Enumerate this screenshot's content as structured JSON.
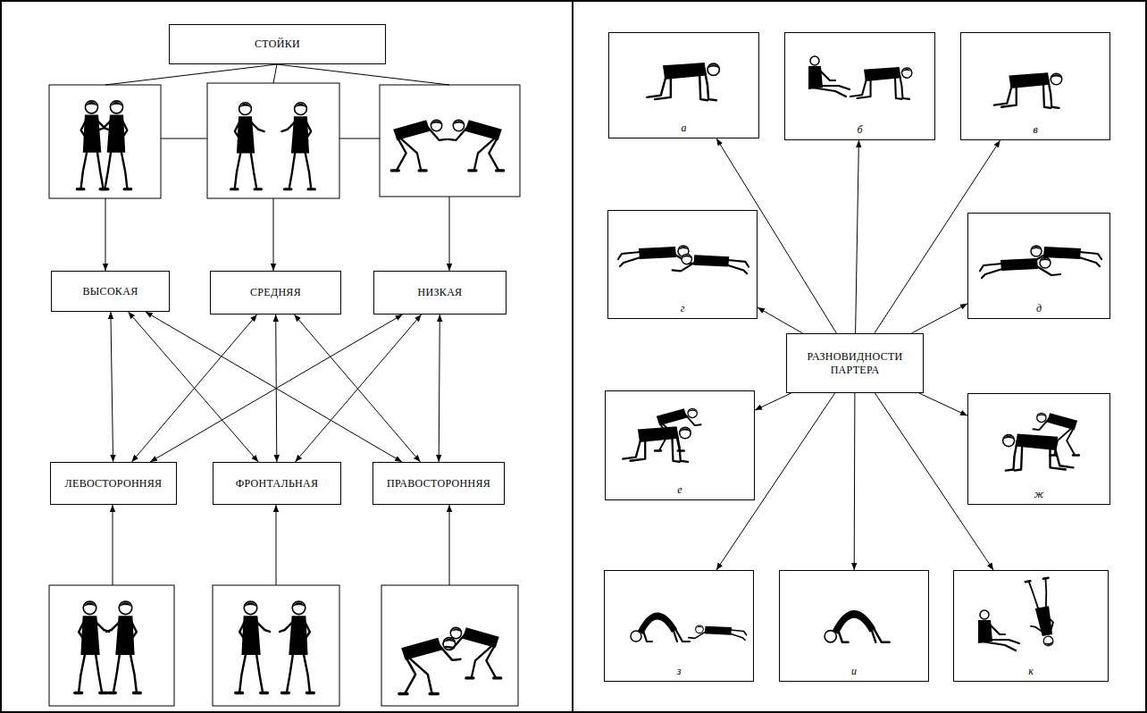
{
  "diagram": {
    "nodes": [
      {
        "text": [
          "СТОЙКИ"
        ]
      },
      {
        "text": [
          "ВЫСОКАЯ"
        ]
      },
      {
        "text": [
          "СРЕДНЯЯ"
        ]
      },
      {
        "text": [
          "НИЗКАЯ"
        ]
      },
      {
        "text": [
          "ЛЕВОСТОРОННЯЯ"
        ]
      },
      {
        "text": [
          "ФРОНТАЛЬНАЯ"
        ]
      },
      {
        "text": [
          "ПРАВОСТОРОННЯЯ"
        ]
      },
      {
        "text": [
          "а"
        ]
      },
      {
        "text": [
          "б"
        ]
      },
      {
        "text": [
          "в"
        ]
      },
      {
        "text": [
          "г"
        ]
      },
      {
        "text": [
          "д"
        ]
      },
      {
        "text": [
          "РАЗНОВИДНОСТИ ПАРТЕРА"
        ]
      },
      {
        "text": [
          "е"
        ]
      },
      {
        "text": [
          "ж"
        ]
      },
      {
        "text": [
          "з"
        ]
      },
      {
        "text": [
          "и"
        ]
      },
      {
        "text": [
          "к"
        ]
      }
    ],
    "edges": [
      {
        "from": 1,
        "to": 4,
        "arrow": "both"
      },
      {
        "from": 1,
        "to": 5,
        "arrow": "both"
      },
      {
        "from": 1,
        "to": 6,
        "arrow": "both"
      },
      {
        "from": 2,
        "to": 4,
        "arrow": "both"
      },
      {
        "from": 2,
        "to": 5,
        "arrow": "both"
      },
      {
        "from": 2,
        "to": 6,
        "arrow": "both"
      },
      {
        "from": 3,
        "to": 4,
        "arrow": "both"
      },
      {
        "from": 3,
        "to": 5,
        "arrow": "both"
      },
      {
        "from": 3,
        "to": 6,
        "arrow": "both"
      },
      {
        "from": 12,
        "to": 7,
        "arrow": "to"
      },
      {
        "from": 12,
        "to": 8,
        "arrow": "to"
      },
      {
        "from": 12,
        "to": 9,
        "arrow": "to"
      },
      {
        "from": 12,
        "to": 10,
        "arrow": "to"
      },
      {
        "from": 12,
        "to": 11,
        "arrow": "to"
      },
      {
        "from": 12,
        "to": 13,
        "arrow": "to"
      },
      {
        "from": 12,
        "to": 14,
        "arrow": "to"
      },
      {
        "from": 12,
        "to": 15,
        "arrow": "to"
      },
      {
        "from": 12,
        "to": 16,
        "arrow": "to"
      },
      {
        "from": 12,
        "to": 17,
        "arrow": "to"
      }
    ]
  }
}
